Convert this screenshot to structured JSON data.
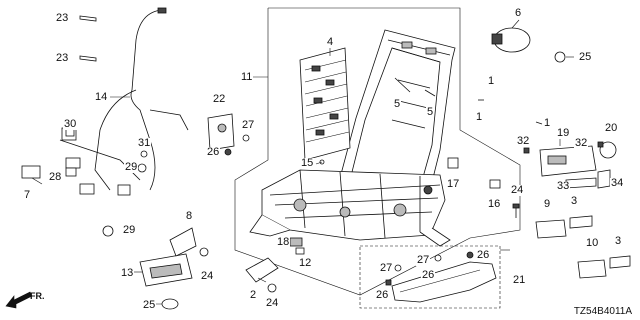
{
  "diagram_code": "TZ54B4011A",
  "direction_label": "FR.",
  "callouts": {
    "c1a": "1",
    "c1b": "1",
    "c1c": "1",
    "c2": "2",
    "c3a": "3",
    "c3b": "3",
    "c4": "4",
    "c5a": "5",
    "c5b": "5",
    "c6": "6",
    "c7": "7",
    "c8": "8",
    "c9": "9",
    "c10": "10",
    "c11": "11",
    "c12": "12",
    "c13": "13",
    "c14": "14",
    "c15": "15",
    "c16": "16",
    "c17": "17",
    "c18": "18",
    "c19": "19",
    "c20": "20",
    "c21": "21",
    "c22": "22",
    "c23a": "23",
    "c23b": "23",
    "c24a": "24",
    "c24b": "24",
    "c24c": "24",
    "c25a": "25",
    "c25b": "25",
    "c26a": "26",
    "c26b": "26",
    "c26c": "26",
    "c26d": "26",
    "c27a": "27",
    "c27b": "27",
    "c27c": "27",
    "c28": "28",
    "c29a": "29",
    "c29b": "29",
    "c30": "30",
    "c31": "31",
    "c32a": "32",
    "c32b": "32",
    "c33": "33",
    "c34": "34"
  }
}
